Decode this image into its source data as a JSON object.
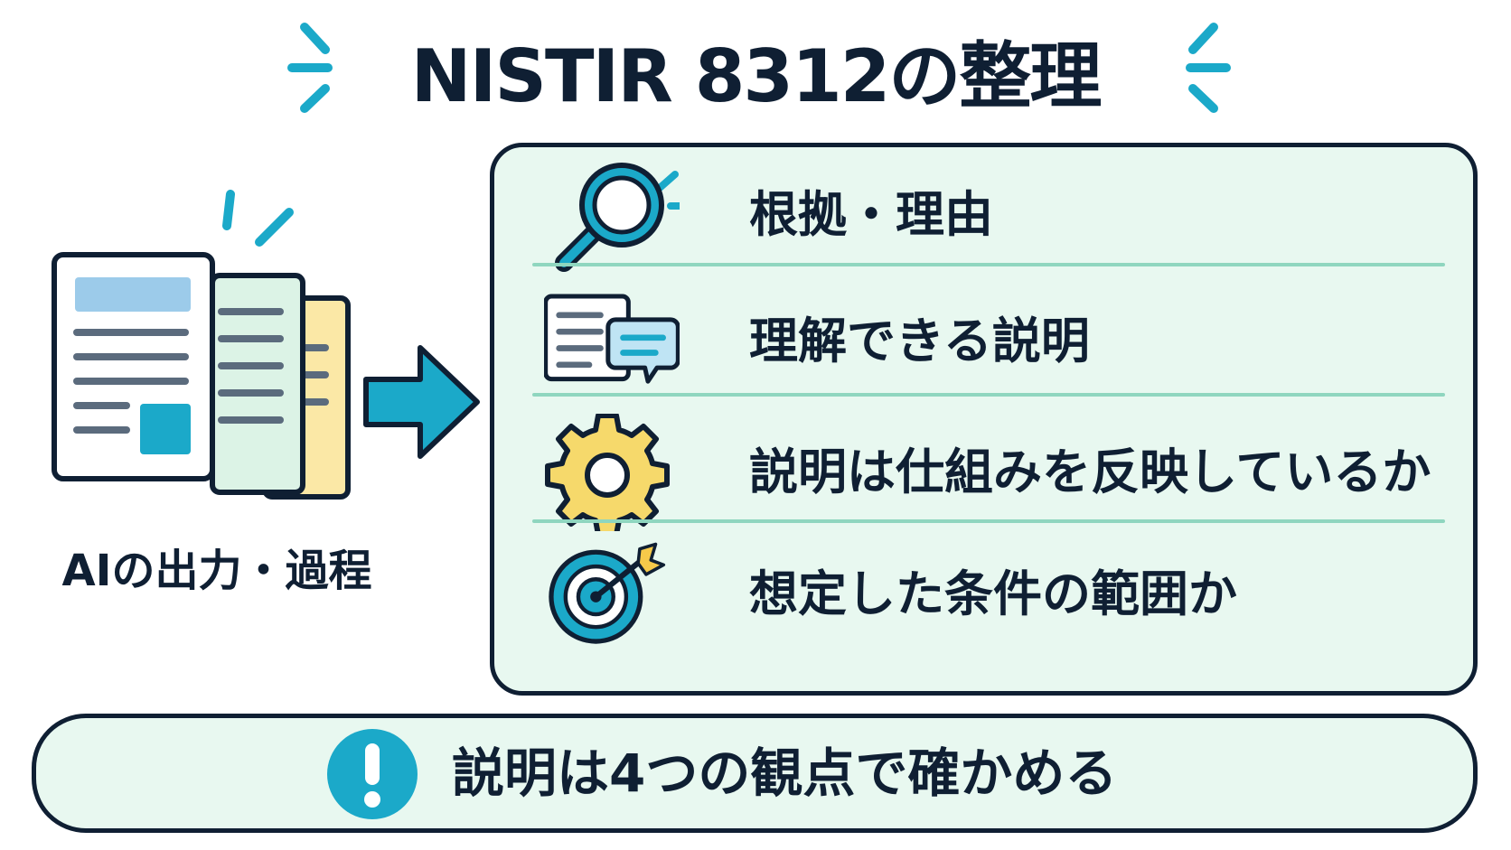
{
  "title": "NISTIR 8312の整理",
  "left": {
    "label": "AIの出力・過程"
  },
  "panel": {
    "items": [
      {
        "label": "根拠・理由",
        "icon": "magnifier-icon"
      },
      {
        "label": "理解できる説明",
        "icon": "document-speech-icon"
      },
      {
        "label": "説明は仕組みを反映しているか",
        "icon": "gear-icon"
      },
      {
        "label": "想定した条件の範囲か",
        "icon": "target-icon"
      }
    ]
  },
  "bottom": {
    "label": "説明は4つの観点で確かめる",
    "icon": "exclamation-icon"
  },
  "colors": {
    "navy": "#0f1f33",
    "teal": "#1ba9c9",
    "mint_bg": "#e8f8f0",
    "divider": "#8fd6bf",
    "gear_yellow": "#f6d96b",
    "doc_blue": "#9ccbea",
    "doc_green": "#dcf3e6",
    "doc_yellow": "#fbe8a6"
  }
}
